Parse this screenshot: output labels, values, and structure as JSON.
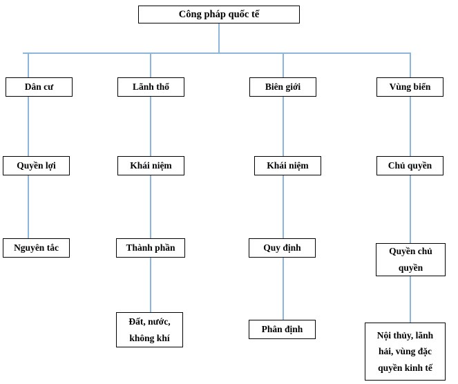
{
  "diagram": {
    "title_node": {
      "id": "cong-phap-quoc-te",
      "label": "Công pháp quốc tế"
    },
    "colors": {
      "connector": "#8ab6dd",
      "node_border": "#000000",
      "node_background": "#ffffff",
      "text": "#000000"
    },
    "branches": [
      {
        "id": "dan-cu",
        "label": "Dân cư",
        "children": [
          {
            "id": "quyen-loi",
            "label": "Quyền lợi"
          },
          {
            "id": "nguyen-tac",
            "label": "Nguyên tắc"
          }
        ]
      },
      {
        "id": "lanh-tho",
        "label": "Lãnh thổ",
        "children": [
          {
            "id": "khai-niem-lanh-tho",
            "label": "Khái niệm"
          },
          {
            "id": "thanh-phan",
            "label": "Thành phần"
          },
          {
            "id": "dat-nuoc-khong-khi",
            "label": "Đất, nước,\nkhông khí"
          }
        ]
      },
      {
        "id": "bien-gioi",
        "label": "Biên giới",
        "children": [
          {
            "id": "khai-niem-bien-gioi",
            "label": "Khái niệm"
          },
          {
            "id": "quy-dinh",
            "label": "Quy định"
          },
          {
            "id": "phan-dinh",
            "label": "Phân định"
          }
        ]
      },
      {
        "id": "vung-bien",
        "label": "Vùng biển",
        "children": [
          {
            "id": "chu-quyen",
            "label": "Chủ quyền"
          },
          {
            "id": "quyen-chu-quyen",
            "label": "Quyền chủ\nquyền"
          },
          {
            "id": "noi-thuy-lanh-hai",
            "label": "Nội thủy, lãnh\nhải, vùng đặc\nquyền kinh tế"
          }
        ]
      }
    ]
  }
}
